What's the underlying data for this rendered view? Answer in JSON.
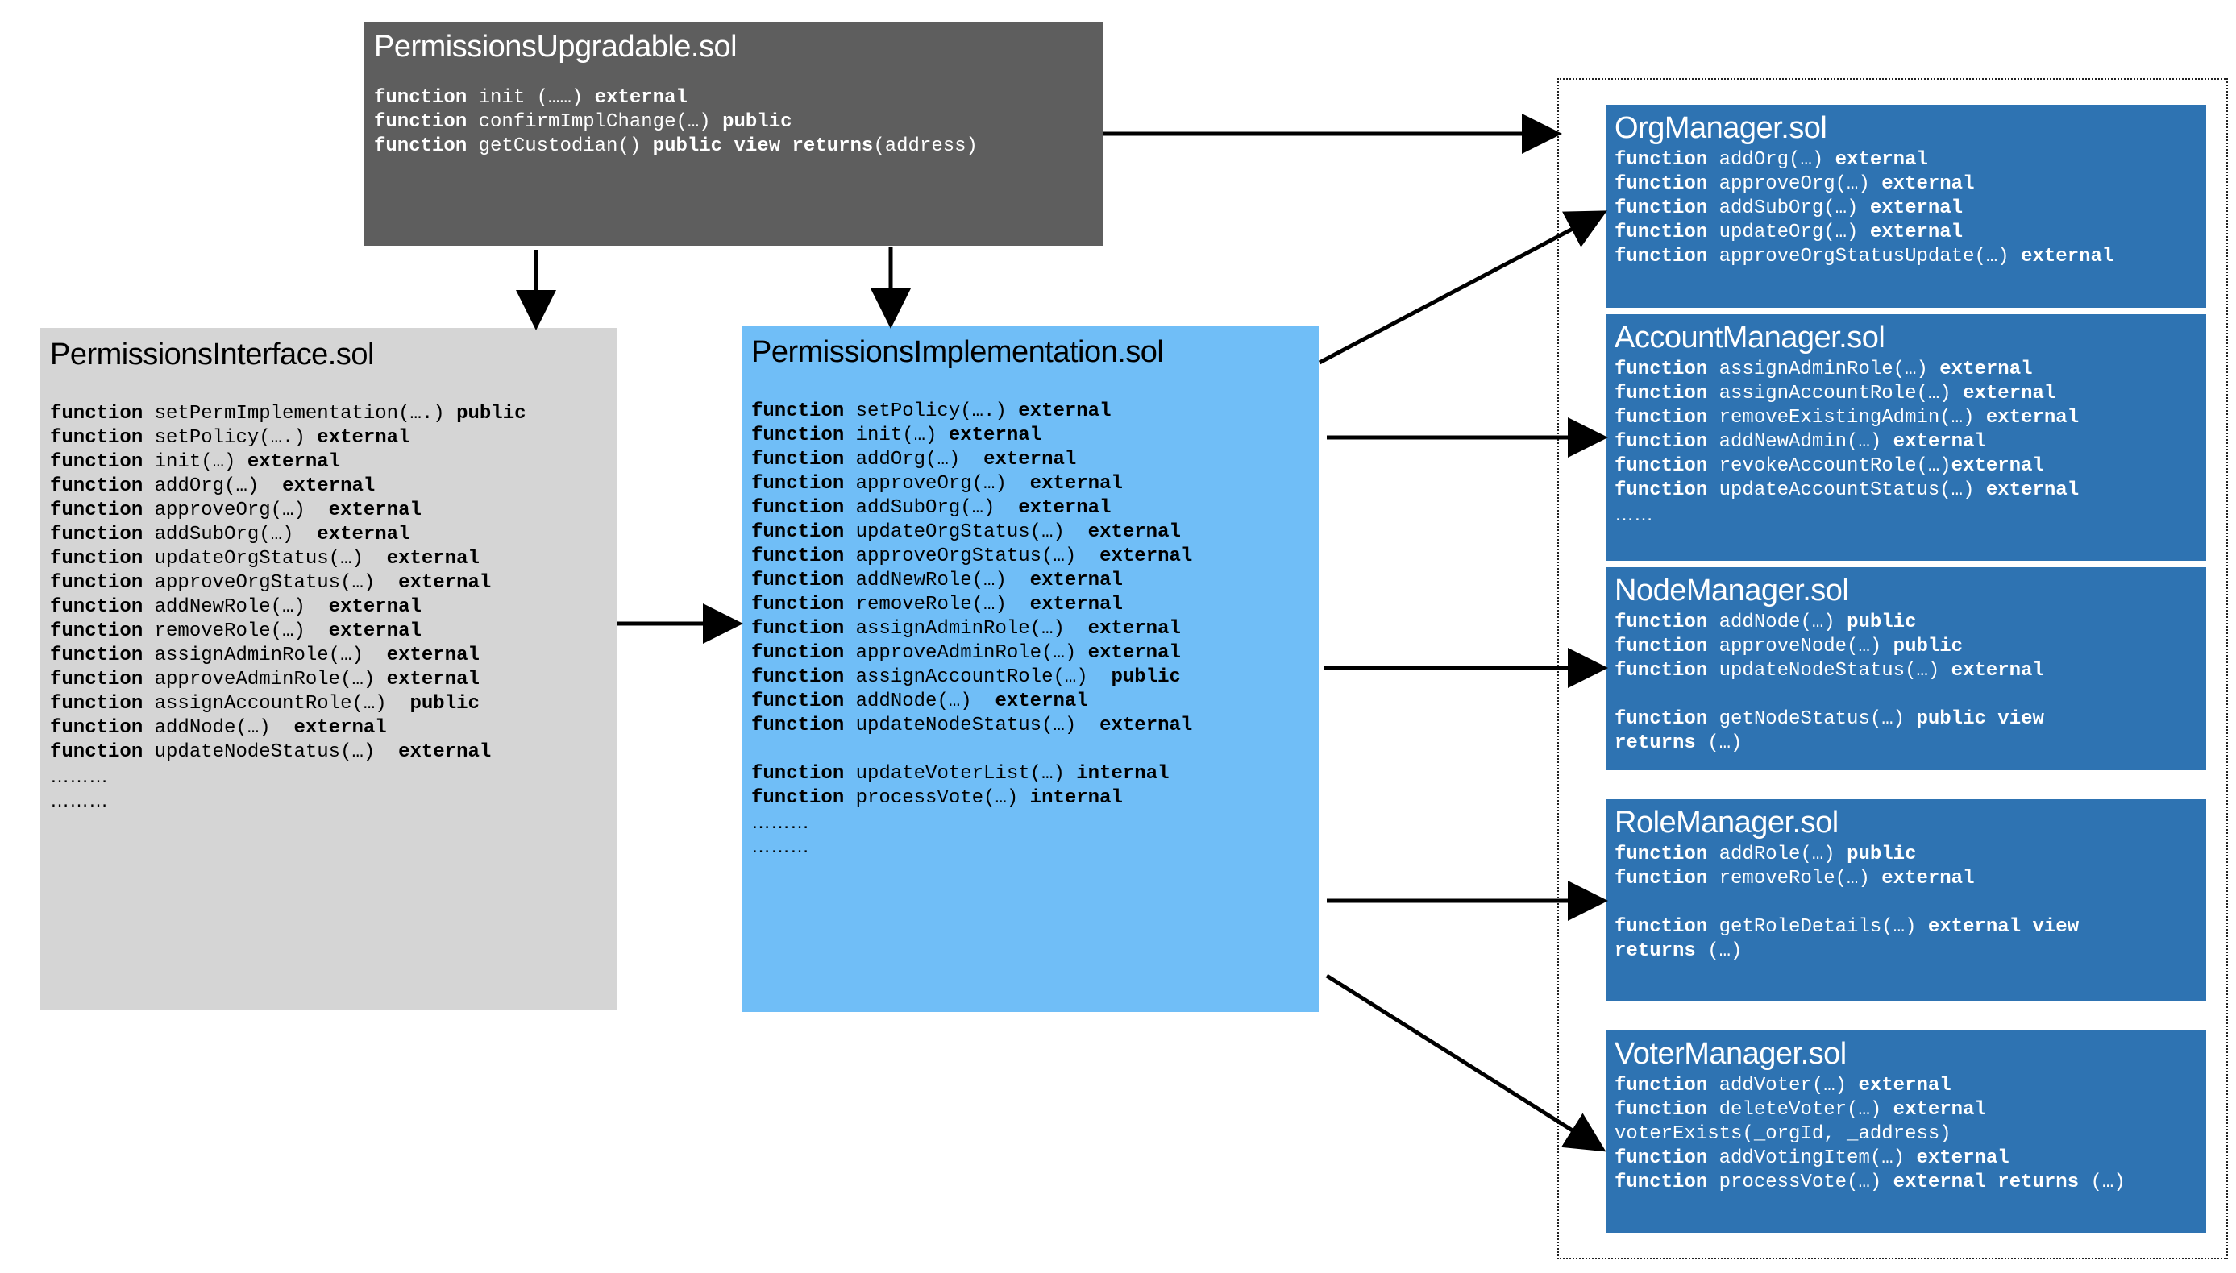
{
  "boxes": {
    "upgradable": {
      "title": "PermissionsUpgradable.sol",
      "lines": [
        {
          "kw": "function ",
          "name": "init (……) ",
          "mod": "external"
        },
        {
          "kw": "function ",
          "name": "confirmImplChange(…) ",
          "mod": "public"
        },
        {
          "kw": "function ",
          "name": "getCustodian() ",
          "mod": "public view returns",
          "tail": "(address)"
        }
      ]
    },
    "interface": {
      "title": "PermissionsInterface.sol",
      "lines": [
        {
          "kw": "function ",
          "name": "setPermImplementation(….) ",
          "mod": "public"
        },
        {
          "kw": "function ",
          "name": "setPolicy(….) ",
          "mod": "external"
        },
        {
          "kw": "function ",
          "name": "init(…) ",
          "mod": "external"
        },
        {
          "kw": "function ",
          "name": "addOrg(…)  ",
          "mod": "external"
        },
        {
          "kw": "function ",
          "name": "approveOrg(…)  ",
          "mod": "external"
        },
        {
          "kw": "function ",
          "name": "addSubOrg(…)  ",
          "mod": "external"
        },
        {
          "kw": "function ",
          "name": "updateOrgStatus(…)  ",
          "mod": "external"
        },
        {
          "kw": "function ",
          "name": "approveOrgStatus(…)  ",
          "mod": "external"
        },
        {
          "kw": "function ",
          "name": "addNewRole(…)  ",
          "mod": "external"
        },
        {
          "kw": "function ",
          "name": "removeRole(…)  ",
          "mod": "external"
        },
        {
          "kw": "function ",
          "name": "assignAdminRole(…)  ",
          "mod": "external"
        },
        {
          "kw": "function ",
          "name": "approveAdminRole(…) ",
          "mod": "external"
        },
        {
          "kw": "function ",
          "name": "assignAccountRole(…)  ",
          "mod": "public"
        },
        {
          "kw": "function ",
          "name": "addNode(…)  ",
          "mod": "external"
        },
        {
          "kw": "function ",
          "name": "updateNodeStatus(…)  ",
          "mod": "external"
        }
      ],
      "trailing": [
        "………",
        "………"
      ]
    },
    "implementation": {
      "title": "PermissionsImplementation.sol",
      "lines": [
        {
          "kw": "function ",
          "name": "setPolicy(….) ",
          "mod": "external"
        },
        {
          "kw": "function ",
          "name": "init(…) ",
          "mod": "external"
        },
        {
          "kw": "function ",
          "name": "addOrg(…)  ",
          "mod": "external"
        },
        {
          "kw": "function ",
          "name": "approveOrg(…)  ",
          "mod": "external"
        },
        {
          "kw": "function ",
          "name": "addSubOrg(…)  ",
          "mod": "external"
        },
        {
          "kw": "function ",
          "name": "updateOrgStatus(…)  ",
          "mod": "external"
        },
        {
          "kw": "function ",
          "name": "approveOrgStatus(…)  ",
          "mod": "external"
        },
        {
          "kw": "function ",
          "name": "addNewRole(…)  ",
          "mod": "external"
        },
        {
          "kw": "function ",
          "name": "removeRole(…)  ",
          "mod": "external"
        },
        {
          "kw": "function ",
          "name": "assignAdminRole(…)  ",
          "mod": "external"
        },
        {
          "kw": "function ",
          "name": "approveAdminRole(…) ",
          "mod": "external"
        },
        {
          "kw": "function ",
          "name": "assignAccountRole(…)  ",
          "mod": "public"
        },
        {
          "kw": "function ",
          "name": "addNode(…)  ",
          "mod": "external"
        },
        {
          "kw": "function ",
          "name": "updateNodeStatus(…)  ",
          "mod": "external"
        },
        {
          "blank": true
        },
        {
          "kw": "function ",
          "name": "updateVoterList(…) ",
          "mod": "internal"
        },
        {
          "kw": "function ",
          "name": "processVote(…) ",
          "mod": "internal"
        }
      ],
      "trailing": [
        "………",
        "………"
      ]
    },
    "org": {
      "title": "OrgManager.sol",
      "lines": [
        {
          "kw": "function ",
          "name": "addOrg(…) ",
          "mod": "external"
        },
        {
          "kw": "function ",
          "name": "approveOrg(…) ",
          "mod": "external"
        },
        {
          "kw": "function ",
          "name": "addSubOrg(…) ",
          "mod": "external"
        },
        {
          "kw": "function ",
          "name": "updateOrg(…) ",
          "mod": "external"
        },
        {
          "kw": "function ",
          "name": "approveOrgStatusUpdate(…) ",
          "mod": "external"
        }
      ]
    },
    "account": {
      "title": "AccountManager.sol",
      "lines": [
        {
          "kw": "function ",
          "name": "assignAdminRole(…) ",
          "mod": "external"
        },
        {
          "kw": "function ",
          "name": "assignAccountRole(…) ",
          "mod": "external"
        },
        {
          "kw": "function ",
          "name": "removeExistingAdmin(…) ",
          "mod": "external"
        },
        {
          "kw": "function ",
          "name": "addNewAdmin(…) ",
          "mod": "external"
        },
        {
          "kw": "function ",
          "name": "revokeAccountRole(…)",
          "mod": "external"
        },
        {
          "kw": "function ",
          "name": "updateAccountStatus(…) ",
          "mod": "external"
        }
      ],
      "trailing": [
        "……"
      ]
    },
    "node": {
      "title": "NodeManager.sol",
      "lines": [
        {
          "kw": "function ",
          "name": "addNode(…) ",
          "mod": "public"
        },
        {
          "kw": "function ",
          "name": "approveNode(…) ",
          "mod": "public"
        },
        {
          "kw": "function ",
          "name": "updateNodeStatus(…) ",
          "mod": "external"
        },
        {
          "blank": true
        },
        {
          "kw": "function ",
          "name": "getNodeStatus(…) ",
          "mod": "public view"
        },
        {
          "kw": "returns ",
          "name": "(…)",
          "mod": ""
        }
      ]
    },
    "role": {
      "title": "RoleManager.sol",
      "lines": [
        {
          "kw": "function ",
          "name": "addRole(…) ",
          "mod": "public"
        },
        {
          "kw": "function ",
          "name": "removeRole(…) ",
          "mod": "external"
        },
        {
          "blank": true
        },
        {
          "kw": "function ",
          "name": "getRoleDetails(…) ",
          "mod": "external view"
        },
        {
          "kw": "returns ",
          "name": "(…)",
          "mod": ""
        }
      ]
    },
    "voter": {
      "title": "VoterManager.sol",
      "lines": [
        {
          "kw": "function ",
          "name": "addVoter(…) ",
          "mod": "external"
        },
        {
          "kw": "function ",
          "name": "deleteVoter(…) ",
          "mod": "external"
        },
        {
          "kw": "",
          "name": "voterExists(_orgId, _address)",
          "mod": ""
        },
        {
          "kw": "function ",
          "name": "addVotingItem(…) ",
          "mod": "external"
        },
        {
          "kw": "function ",
          "name": "processVote(…) ",
          "mod": "external returns",
          "tail": " (…)"
        }
      ]
    }
  }
}
